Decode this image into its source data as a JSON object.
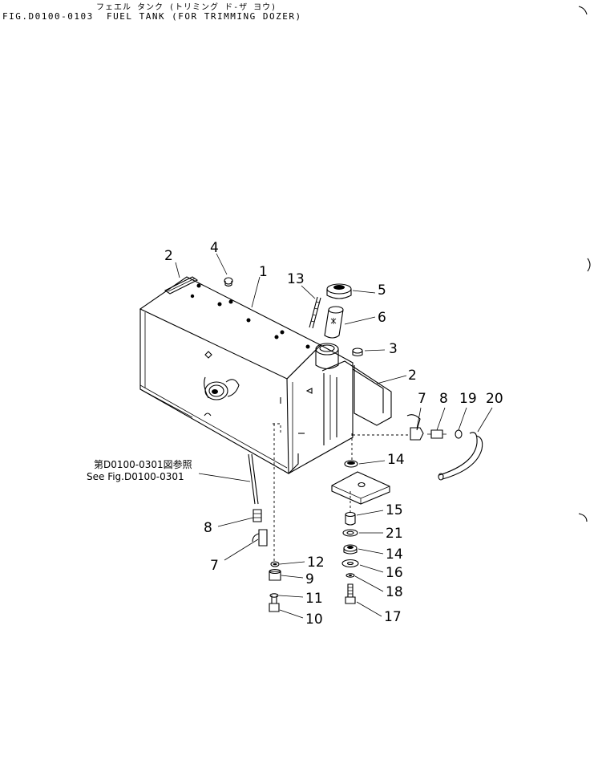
{
  "header": {
    "title_jp": "フェエル タンク (トリミング ド-ザ ヨウ)",
    "fig_line": "FIG.D0100-0103  FUEL TANK (FOR TRIMMING DOZER)"
  },
  "reference": {
    "jp": "第D0100-0301図参照",
    "en": "See Fig.D0100-0301"
  },
  "callouts": [
    {
      "id": "c1",
      "label": "1"
    },
    {
      "id": "c2a",
      "label": "2"
    },
    {
      "id": "c2b",
      "label": "2"
    },
    {
      "id": "c3",
      "label": "3"
    },
    {
      "id": "c4",
      "label": "4"
    },
    {
      "id": "c5",
      "label": "5"
    },
    {
      "id": "c6",
      "label": "6"
    },
    {
      "id": "c7a",
      "label": "7"
    },
    {
      "id": "c7b",
      "label": "7"
    },
    {
      "id": "c8a",
      "label": "8"
    },
    {
      "id": "c8b",
      "label": "8"
    },
    {
      "id": "c9",
      "label": "9"
    },
    {
      "id": "c10",
      "label": "10"
    },
    {
      "id": "c11",
      "label": "11"
    },
    {
      "id": "c12",
      "label": "12"
    },
    {
      "id": "c13",
      "label": "13"
    },
    {
      "id": "c14a",
      "label": "14"
    },
    {
      "id": "c14b",
      "label": "14"
    },
    {
      "id": "c15",
      "label": "15"
    },
    {
      "id": "c16",
      "label": "16"
    },
    {
      "id": "c17",
      "label": "17"
    },
    {
      "id": "c18",
      "label": "18"
    },
    {
      "id": "c19",
      "label": "19"
    },
    {
      "id": "c20",
      "label": "20"
    },
    {
      "id": "c21",
      "label": "21"
    }
  ]
}
